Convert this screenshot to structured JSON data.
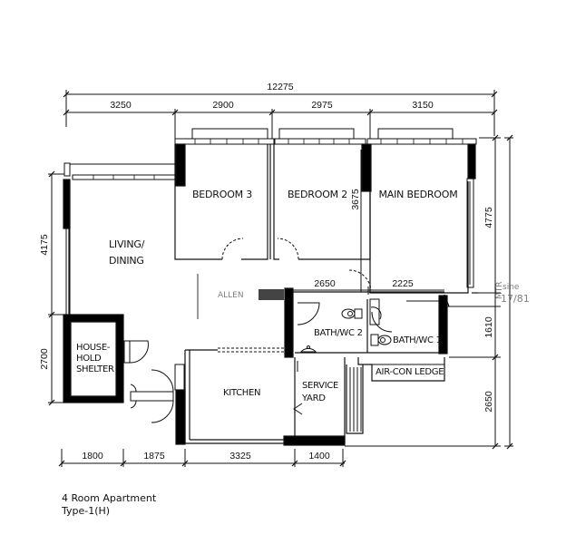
{
  "plan": {
    "title": "4 Room Apartment",
    "subtitle": "Type-1(H)"
  },
  "dimensions": {
    "top_total": "12275",
    "top_segments": [
      "3250",
      "2900",
      "2975",
      "3150"
    ],
    "bottom_segments": [
      "1800",
      "1875",
      "3325",
      "1400"
    ],
    "left_segments": [
      "4175",
      "2700"
    ],
    "right_segments": [
      "4775",
      "1610",
      "2650"
    ],
    "interior": {
      "bedroom2_depth": "3675",
      "bath2_width": "2650",
      "bath1_width": "2225"
    }
  },
  "rooms": {
    "bedroom3": "BEDROOM 3",
    "bedroom2": "BEDROOM 2",
    "main_bedroom": "MAIN BEDROOM",
    "living_dining_line1": "LIVING/",
    "living_dining_line2": "DINING",
    "shelter_line1": "HOUSE-",
    "shelter_line2": "HOLD",
    "shelter_line3": "SHELTER",
    "bath2": "BATH/WC 2",
    "bath1": "BATH/WC 1",
    "aircon_ledge": "AIR-CON LEDGE",
    "kitchen": "KITCHEN",
    "service_yard_line1": "SERVICE",
    "service_yard_line2": "YARD"
  },
  "watermark": {
    "faint_left": "ALLEN",
    "faint_right_1": "sine",
    "faint_right_2": "17/81",
    "faint_vertical": "MTR"
  },
  "colors": {
    "ink": "#111111",
    "wall": "#000000",
    "background": "#ffffff"
  }
}
